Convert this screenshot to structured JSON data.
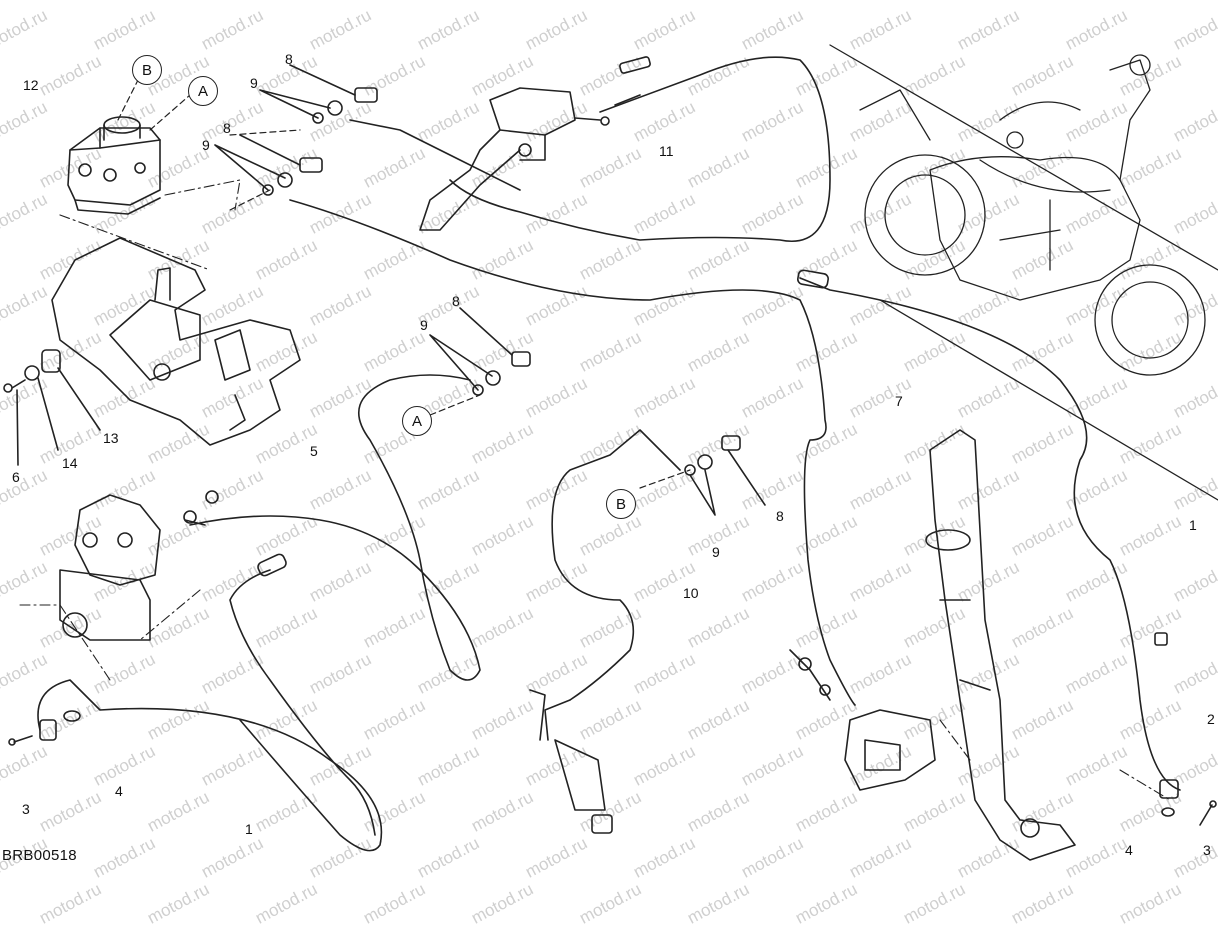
{
  "watermark": "motod.ru",
  "diagram_code": "BRB00518",
  "connectors": {
    "a": "A",
    "b": "B"
  },
  "callouts": {
    "c1": "1",
    "c2": "2",
    "c3": "3",
    "c4": "4",
    "c5": "5",
    "c6": "6",
    "c7": "7",
    "c8": "8",
    "c9": "9",
    "c10": "10",
    "c11": "11",
    "c12": "12",
    "c13": "13",
    "c14": "14"
  },
  "colors": {
    "line": "#222222",
    "watermark": "#cfcfcf",
    "background": "#ffffff"
  }
}
